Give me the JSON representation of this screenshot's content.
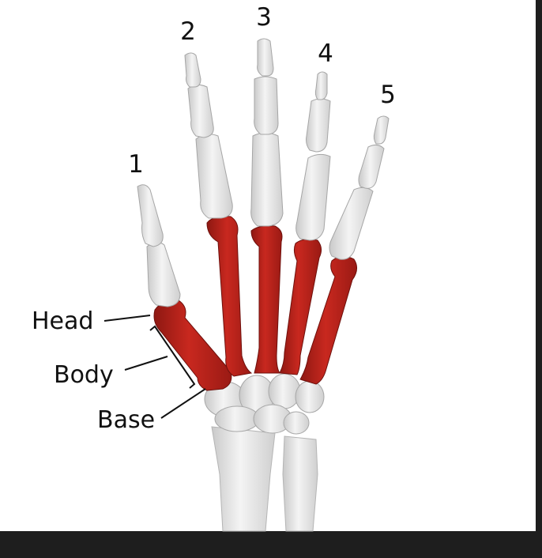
{
  "diagram": {
    "finger_numbers": [
      "1",
      "2",
      "3",
      "4",
      "5"
    ],
    "part_labels": {
      "head": "Head",
      "body": "Body",
      "base": "Base"
    },
    "colors": {
      "metacarpal": "#b8221b",
      "bone": "#e9e9e9",
      "background": "#ffffff",
      "bottom_bar": "#1e1e1e"
    }
  }
}
